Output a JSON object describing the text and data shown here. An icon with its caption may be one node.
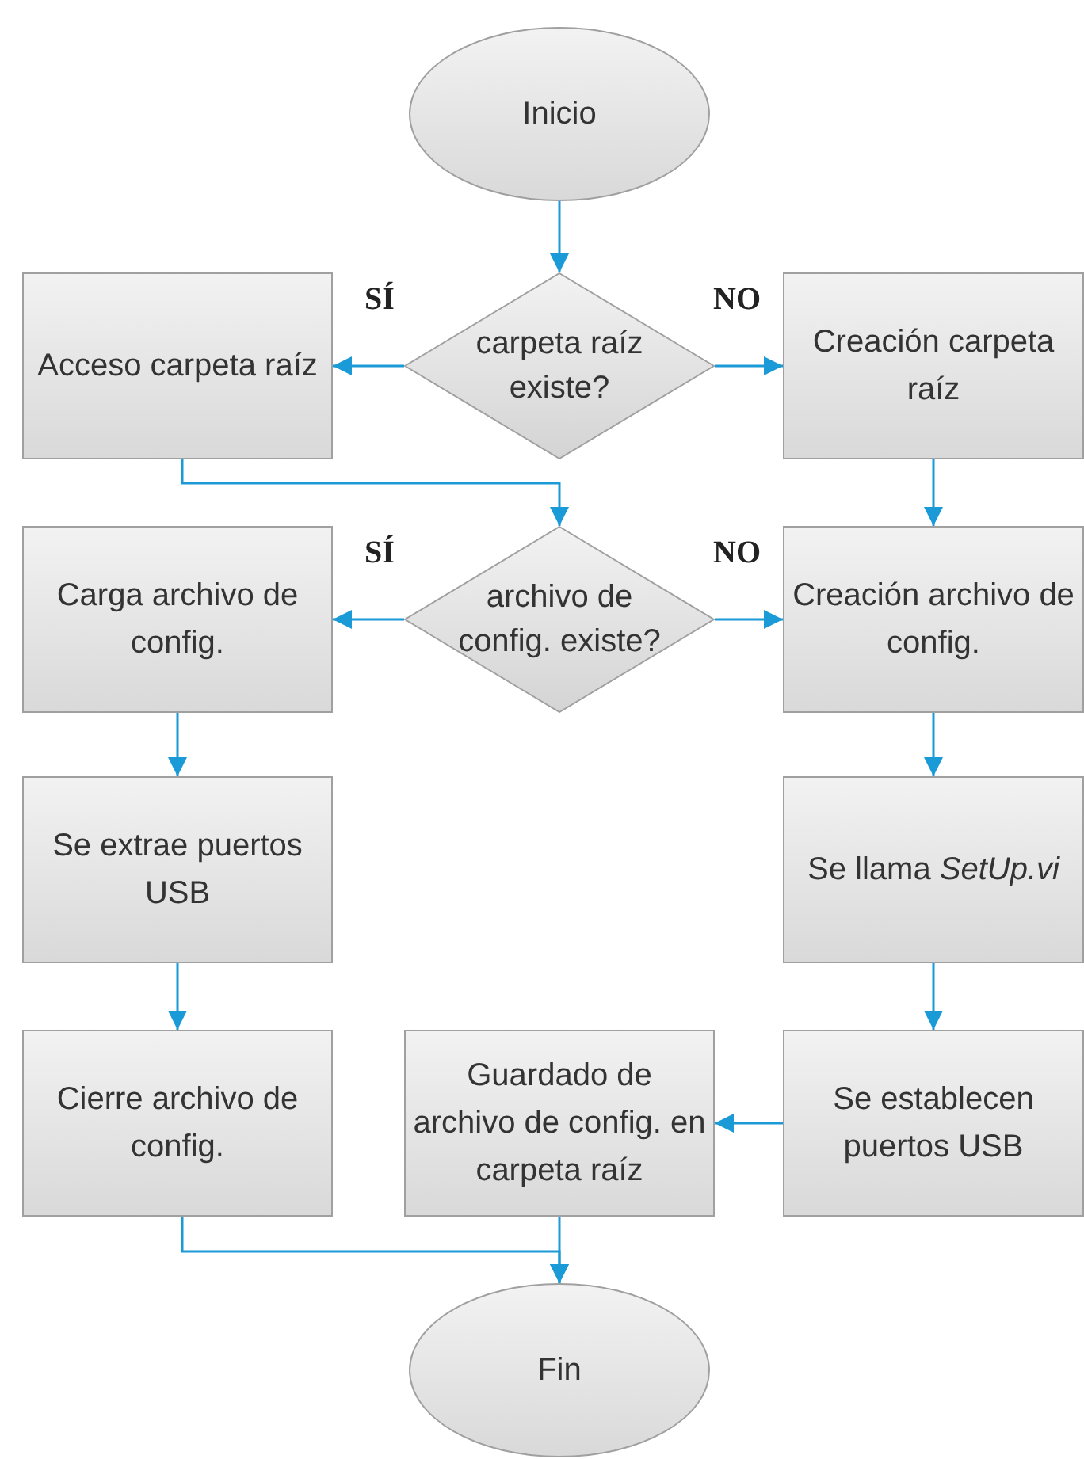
{
  "diagram": {
    "nodes": [
      {
        "text": [
          "Inicio"
        ]
      },
      {
        "text": [
          "carpeta raíz existe?"
        ]
      },
      {
        "text": [
          "Acceso carpeta raíz"
        ]
      },
      {
        "text": [
          "Creación carpeta raíz"
        ]
      },
      {
        "text": [
          "archivo de config. existe?"
        ]
      },
      {
        "text": [
          "Carga archivo de config."
        ]
      },
      {
        "text": [
          "Creación archivo de config."
        ]
      },
      {
        "text": [
          "Se extrae puertos USB"
        ]
      },
      {
        "text": [
          "Se llama *SetUp.vi*"
        ]
      },
      {
        "text": [
          "Cierre archivo de config."
        ]
      },
      {
        "text": [
          "Guardado de archivo de config. en carpeta raíz"
        ]
      },
      {
        "text": [
          "Se establecen puertos USB"
        ]
      },
      {
        "text": [
          "Fin"
        ]
      }
    ],
    "edges": [
      {
        "from": 0,
        "to": 1,
        "arrow": "to"
      },
      {
        "from": 1,
        "to": 2,
        "arrow": "to",
        "label": "SÍ"
      },
      {
        "from": 1,
        "to": 3,
        "arrow": "to",
        "label": "NO"
      },
      {
        "from": 2,
        "to": 4,
        "arrow": "to"
      },
      {
        "from": 3,
        "to": 6,
        "arrow": "to"
      },
      {
        "from": 4,
        "to": 5,
        "arrow": "to",
        "label": "SÍ"
      },
      {
        "from": 4,
        "to": 6,
        "arrow": "to",
        "label": "NO"
      },
      {
        "from": 5,
        "to": 7,
        "arrow": "to"
      },
      {
        "from": 7,
        "to": 9,
        "arrow": "to"
      },
      {
        "from": 6,
        "to": 8,
        "arrow": "to"
      },
      {
        "from": 8,
        "to": 11,
        "arrow": "to"
      },
      {
        "from": 11,
        "to": 10,
        "arrow": "to"
      },
      {
        "from": 9,
        "to": 12,
        "arrow": "to"
      },
      {
        "from": 10,
        "to": 12,
        "arrow": "to"
      }
    ]
  }
}
